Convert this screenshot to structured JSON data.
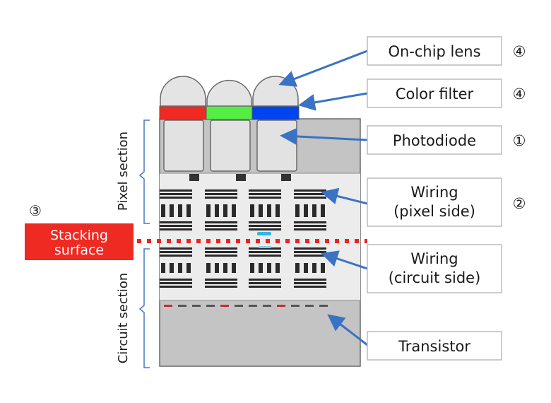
{
  "diagram": {
    "title": "Stacked CMOS image sensor cross-section",
    "colors": {
      "arrow": "#3a72c4",
      "stacking_line": "#ee2222",
      "stacking_box": "#ee2a22",
      "filter_red": "#ee2a22",
      "filter_green": "#55ee44",
      "filter_blue": "#0044ee",
      "bracket": "#4a78c0",
      "lens_fill": "#e4e4e4",
      "chip_gray": "#c4c4c4",
      "wiring_bg": "#ececec"
    },
    "labels": [
      {
        "id": "on-chip-lens",
        "text": "On-chip lens",
        "marker": "④"
      },
      {
        "id": "color-filter",
        "text": "Color filter",
        "marker": "④"
      },
      {
        "id": "photodiode",
        "text": "Photodiode",
        "marker": "①"
      },
      {
        "id": "wiring-pixel",
        "line1": "Wiring",
        "line2": "(pixel side)",
        "marker": "②"
      },
      {
        "id": "wiring-circuit",
        "line1": "Wiring",
        "line2": "(circuit side)",
        "marker": ""
      },
      {
        "id": "transistor",
        "text": "Transistor",
        "marker": ""
      }
    ],
    "stacking": {
      "marker": "③",
      "line1": "Stacking",
      "line2": "surface"
    },
    "sections": {
      "pixel": "Pixel section",
      "circuit": "Circuit section"
    }
  }
}
